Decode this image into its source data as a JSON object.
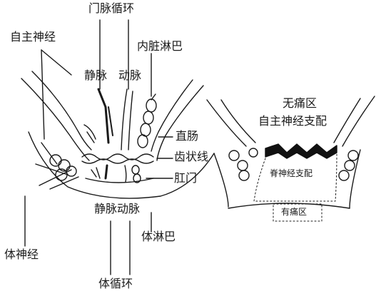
{
  "left_diagram": {
    "portal_circulation": "门脉循环",
    "autonomic_nerve": "自主神经",
    "visceral_lymph": "内脏淋巴",
    "vein": "静脉",
    "artery": "动脉",
    "rectum": "直肠",
    "dentate_line": "齿状线",
    "anus": "肛门",
    "vein_artery_lower": "静脉动脉",
    "somatic_lymph": "体淋巴",
    "somatic_nerve": "体神经",
    "systemic_circulation": "体循环"
  },
  "right_diagram": {
    "painless_zone": "无痛区",
    "autonomic_innervation": "自主神经支配",
    "spinal_innervation": "脊神经支配",
    "painful_zone": "有痛区"
  }
}
